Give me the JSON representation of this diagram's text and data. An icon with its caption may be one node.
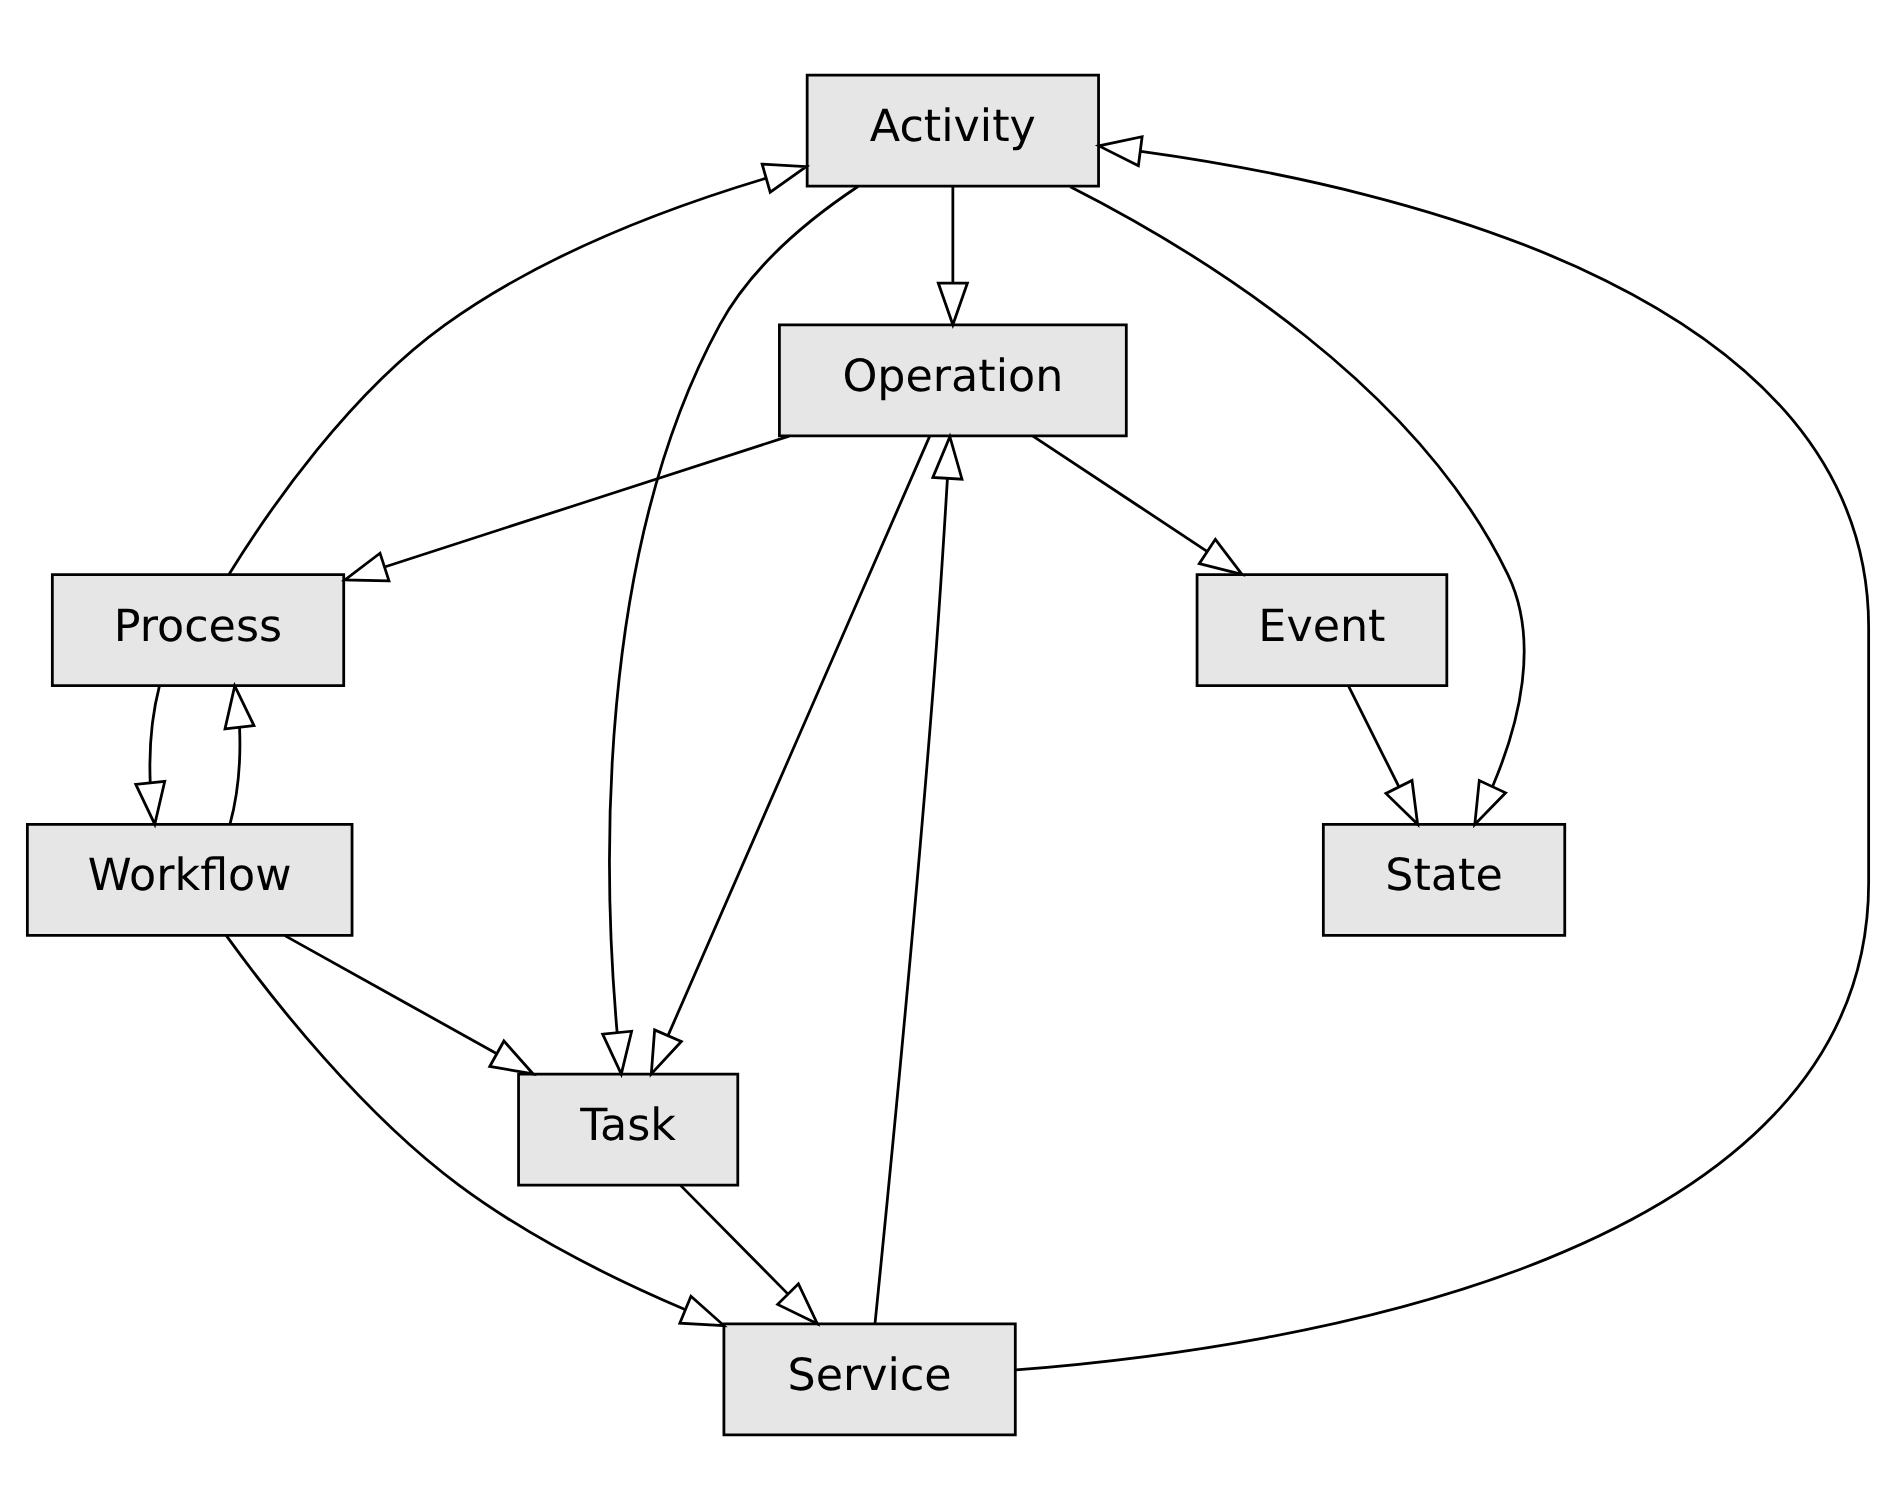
{
  "diagram": {
    "nodes": [
      {
        "text": [
          "Event"
        ]
      },
      {
        "text": [
          "Operation"
        ]
      },
      {
        "text": [
          "State"
        ]
      },
      {
        "text": [
          "Workflow"
        ]
      },
      {
        "text": [
          "Service"
        ]
      },
      {
        "text": [
          "Task"
        ]
      },
      {
        "text": [
          "Process"
        ]
      },
      {
        "text": [
          "Activity"
        ]
      }
    ],
    "edges": [
      {
        "from": 1,
        "to": 0,
        "arrow": "to"
      },
      {
        "from": 0,
        "to": 2,
        "arrow": "to"
      },
      {
        "from": 1,
        "to": 5,
        "arrow": "to"
      },
      {
        "from": 7,
        "to": 1,
        "arrow": "to"
      },
      {
        "from": 4,
        "to": 1,
        "arrow": "to"
      },
      {
        "from": 1,
        "to": 6,
        "arrow": "to"
      },
      {
        "from": 3,
        "to": 4,
        "arrow": "to"
      },
      {
        "from": 3,
        "to": 5,
        "arrow": "to"
      },
      {
        "from": 3,
        "to": 6,
        "arrow": "to"
      },
      {
        "from": 6,
        "to": 3,
        "arrow": "to"
      },
      {
        "from": 5,
        "to": 4,
        "arrow": "to"
      },
      {
        "from": 7,
        "to": 2,
        "arrow": "to"
      },
      {
        "from": 7,
        "to": 5,
        "arrow": "to"
      },
      {
        "from": 4,
        "to": 7,
        "arrow": "to"
      },
      {
        "from": 6,
        "to": 7,
        "arrow": "to"
      }
    ]
  }
}
